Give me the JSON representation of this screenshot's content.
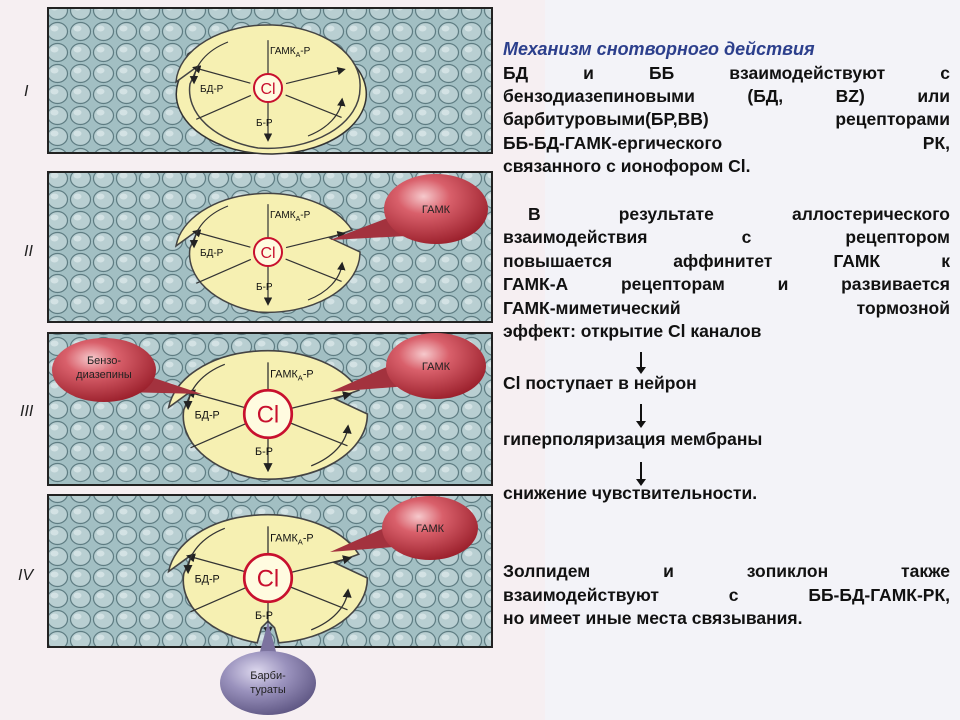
{
  "panels": [
    {
      "roman": "I",
      "ligand_gaba": "",
      "ligand_benzo": "",
      "ligand_barb": ""
    },
    {
      "roman": "II",
      "ligand_gaba": "ГАМК",
      "ligand_benzo": "",
      "ligand_barb": ""
    },
    {
      "roman": "III",
      "ligand_gaba": "ГАМК",
      "ligand_benzo": "Бензо-диазепины",
      "ligand_barb": ""
    },
    {
      "roman": "IV",
      "ligand_gaba": "ГАМК",
      "ligand_benzo": "",
      "ligand_barb": "Барби-тураты"
    }
  ],
  "receptor_labels": {
    "gaba_a": "ГАМК",
    "gaba_a_sub": "А",
    "gaba_a_tail": "-Р",
    "bd": "БД-Р",
    "b": "Б-Р",
    "ion": "Cl"
  },
  "ligand_lines": {
    "benzo_1": "Бензо-",
    "benzo_2": "диазепины",
    "barb_1": "Барби-",
    "barb_2": "тураты"
  },
  "text": {
    "title": "Механизм снотворного действия",
    "p1": [
      "БД и ББ взаимодействуют с",
      "бензодиазепиновыми (БД, BZ) или",
      "барбитуровыми(БР,ВВ) рецепторами",
      "ББ-БД-ГАМК-ергического РК,",
      "связанного с ионофором Cl."
    ],
    "p2": [
      "В результате аллостерического",
      "взаимодействия с рецептором",
      "повышается аффинитет ГАМК к",
      "ГАМК-А рецепторам и развивается",
      "ГАМК-миметический тормозной",
      "эффект: открытие Cl каналов"
    ],
    "step1": "Cl поступает в нейрон",
    "step2": "гиперполяризация мембраны",
    "step3": "снижение чувствительности.",
    "p3": [
      "Золпидем и зопиклон также",
      "взаимодействуют с ББ-БД-ГАМК-РК,",
      "но имеет иные места связывания."
    ]
  },
  "colors": {
    "title": "#2c3f8c",
    "membrane": "#a8c4c8",
    "cell_fill": "#b6cccf",
    "receptor": "#f6f0b2",
    "ligand": "#c23a46",
    "barbiturate": "#8c84ac",
    "ion_ring": "#c8102e"
  }
}
